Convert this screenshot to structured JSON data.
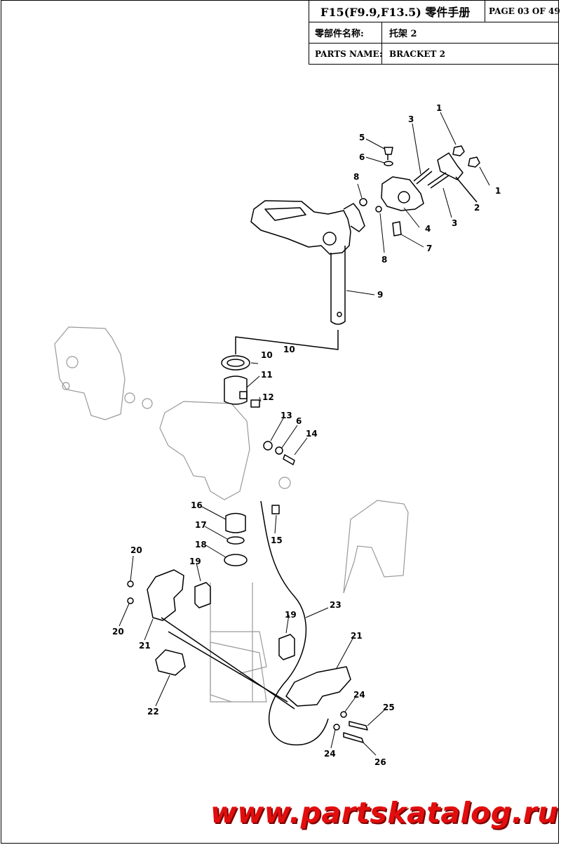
{
  "title_block": {
    "model": "F15(F9.9,F13.5) 零件手册",
    "page": "PAGE 03 OF 49",
    "name_cn_label": "零部件名称:",
    "name_cn_value": "托架 2",
    "name_en_label": "PARTS NAME:",
    "name_en_value": "BRACKET 2"
  },
  "callouts": [
    "1",
    "1",
    "2",
    "3",
    "3",
    "4",
    "5",
    "6",
    "7",
    "8",
    "8",
    "9",
    "10",
    "10",
    "11",
    "12",
    "13",
    "6",
    "14",
    "15",
    "16",
    "17",
    "18",
    "19",
    "19",
    "20",
    "20",
    "21",
    "21",
    "22",
    "23",
    "24",
    "24",
    "25",
    "26"
  ],
  "watermark": "www.partskatalog.ru",
  "colors": {
    "line": "#000000",
    "ghost": "#999999",
    "watermark": "#e20e0e"
  }
}
